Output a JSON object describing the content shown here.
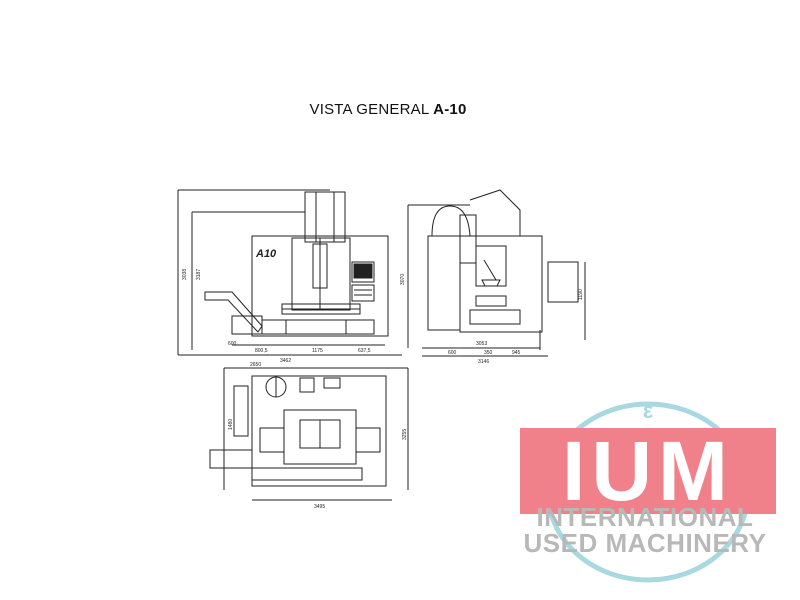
{
  "title": {
    "prefix": "VISTA GENERAL ",
    "model": "A-10"
  },
  "front_view": {
    "brand_mark": "A10",
    "dim_width": "3462",
    "dim_base_a": "800,5",
    "dim_base_b": "1175",
    "dim_base_c": "637,5",
    "dim_left": "600",
    "dim_height": "3038",
    "dim_height2": "3187"
  },
  "side_view": {
    "dim_depth": "3146",
    "dim_a": "600",
    "dim_b": "350",
    "dim_c": "945",
    "dim_d": "3053",
    "dim_height": "3070",
    "dim_table": "1190"
  },
  "top_view": {
    "dim_top": "2650",
    "dim_width": "3495",
    "dim_depth": "3255",
    "dim_left": "1480"
  },
  "logo": {
    "symbol": "ε",
    "letters": "IUM",
    "line1": "INTERNATIONAL",
    "line2": "USED MACHINERY",
    "red": "#f0808a",
    "blue": "#a8d8e0",
    "gray": "#b8b8b8"
  }
}
